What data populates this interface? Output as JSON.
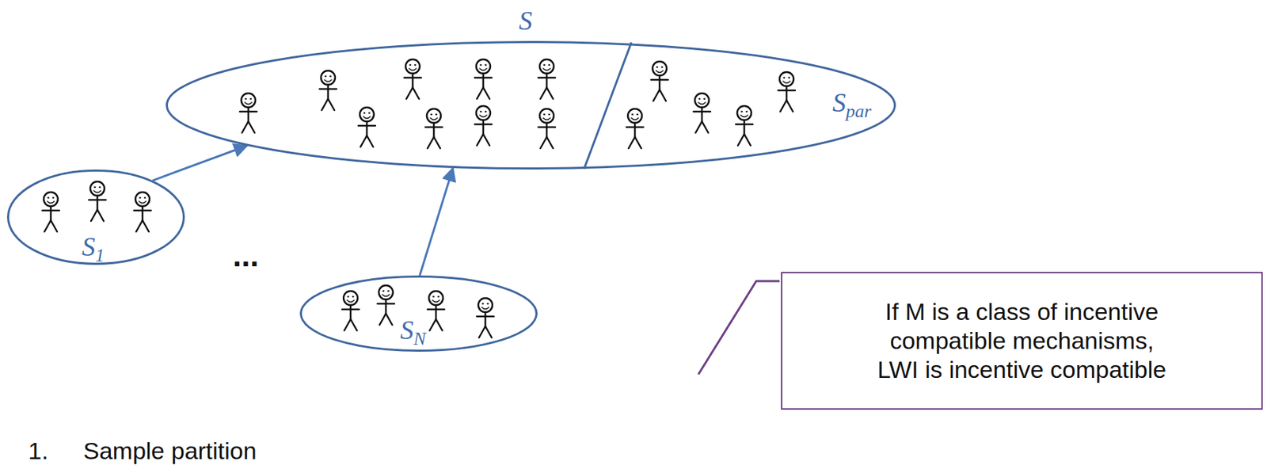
{
  "diagram": {
    "nodes": [
      {
        "text": [
          "S"
        ]
      },
      {
        "text": [
          "Spar"
        ],
        "in": 0
      },
      {
        "text": [
          "S1"
        ]
      },
      {
        "text": [
          "SN"
        ]
      },
      {
        "text": [
          "If M is a class of incentive compatible mechanisms, LWI is incentive compatible"
        ]
      }
    ],
    "edges": [
      {
        "from": 2,
        "to": 0,
        "arrow": "to"
      },
      {
        "from": 3,
        "to": 0,
        "arrow": "to"
      }
    ],
    "labels": [
      "...",
      "1.",
      "Sample partition"
    ]
  }
}
